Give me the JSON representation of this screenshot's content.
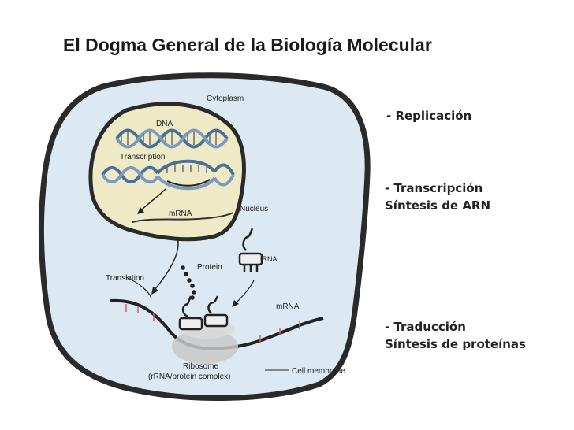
{
  "title": "El Dogma General de la Biología Molecular",
  "notes": {
    "replication": "- Replicación",
    "transcription_title": "- Transcripción",
    "transcription_sub": "Síntesis de ARN",
    "translation_title": "- Traducción",
    "translation_sub": "Síntesis de proteínas"
  },
  "diagram_labels": {
    "cytoplasm": "Cytoplasm",
    "dna": "DNA",
    "transcription": "Transcription",
    "mrna_nucleus": "mRNA",
    "nucleus": "Nucleus",
    "protein": "Protein",
    "trna": "tRNA",
    "translation": "Translation",
    "mrna_cytoplasm": "mRNA",
    "ribosome": "Ribosome",
    "ribosome_sub": "(rRNA/protein complex)",
    "cell_membrane": "Cell membrane"
  },
  "colors": {
    "cytoplasm": "#dde9f2",
    "membrane": "#2a2a2a",
    "nucleus": "#efeac6",
    "dna_blue": "#4a6f98",
    "ribosome": "#c8c8c8",
    "strand_pink": "#d85a6a"
  }
}
